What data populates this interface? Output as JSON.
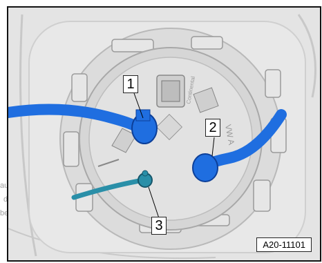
{
  "figure_id": "A20-11101",
  "callouts": [
    "1",
    "2",
    "3"
  ],
  "side_text_fragments": [
    "au",
    "d",
    "be"
  ],
  "component_label": "Continental",
  "component_label_secondary": "VW A",
  "colors": {
    "background": "#e4e4e4",
    "ring": "#d0d0d0",
    "blue_hose": "#1f6ee0",
    "teal_line": "#2a8fa8",
    "frame": "#111111"
  },
  "icons": [
    "fuel-pump-flange",
    "connector-plug",
    "hose-clamp"
  ]
}
